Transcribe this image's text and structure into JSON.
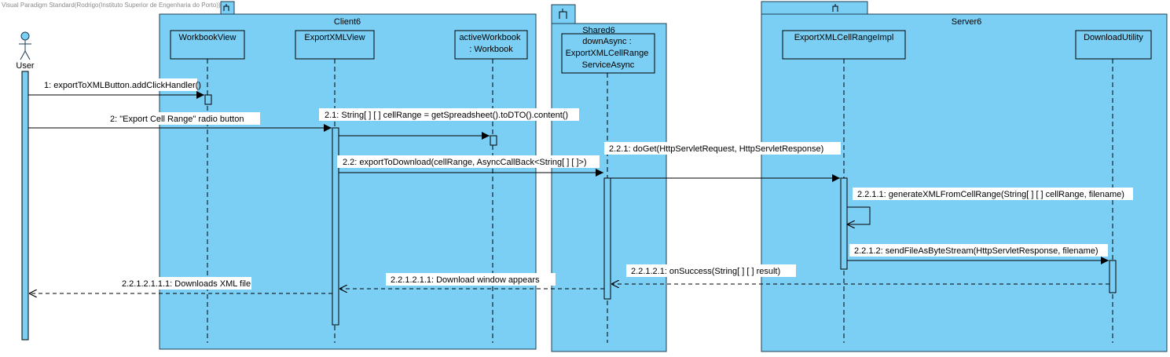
{
  "app": {
    "watermark": "Visual Paradigm Standard(Rodrigo(Instituto Superior de Engenharia do Porto))"
  },
  "colors": {
    "package_fill": "#7ccff4",
    "package_stroke": "#1f3f55",
    "head_fill": "#ffffff",
    "activation_fill": "#7ccff4",
    "line": "#000000"
  },
  "packages": [
    {
      "id": "client",
      "name": "Client6"
    },
    {
      "id": "shared",
      "name": "Shared6"
    },
    {
      "id": "server",
      "name": "Server6"
    }
  ],
  "actor": {
    "label": "User"
  },
  "lifelines": [
    {
      "id": "workbookview",
      "label": [
        "WorkbookView"
      ]
    },
    {
      "id": "exportxmlview",
      "label": [
        "ExportXMLView"
      ]
    },
    {
      "id": "activeworkbook",
      "label": [
        "activeWorkbook",
        ": Workbook"
      ]
    },
    {
      "id": "downasync",
      "label": [
        "downAsync :",
        "ExportXMLCellRange",
        "ServiceAsync"
      ]
    },
    {
      "id": "exportxmlcellrangeimpl",
      "label": [
        "ExportXMLCellRangeImpl"
      ]
    },
    {
      "id": "downloadutility",
      "label": [
        "DownloadUtility"
      ]
    }
  ],
  "messages": [
    {
      "id": "m1",
      "label": "1: exportToXMLButton.addClickHandler()",
      "kind": "call"
    },
    {
      "id": "m2",
      "label": "2: \"Export Cell Range\" radio button",
      "kind": "call"
    },
    {
      "id": "m21",
      "label": "2.1: String[ ] [ ] cellRange = getSpreadsheet().toDTO().content()",
      "kind": "call"
    },
    {
      "id": "m22",
      "label": "2.2: exportToDownload(cellRange, AsyncCallBack<String[ ] [ ]>)",
      "kind": "call"
    },
    {
      "id": "m221",
      "label": "2.2.1: doGet(HttpServletRequest, HttpServletResponse)",
      "kind": "call"
    },
    {
      "id": "m2211",
      "label": "2.2.1.1: generateXMLFromCellRange(String[ ] [ ] cellRange, filename)",
      "kind": "self"
    },
    {
      "id": "m2212",
      "label": "2.2.1.2: sendFileAsByteStream(HttpServletResponse, filename)",
      "kind": "call"
    },
    {
      "id": "m22121",
      "label": "2.2.1.2.1: onSuccess(String[ ] [ ] result)",
      "kind": "return"
    },
    {
      "id": "m221211",
      "label": "2.2.1.2.1.1: Download window appears",
      "kind": "return"
    },
    {
      "id": "m2212111",
      "label": "2.2.1.2.1.1.1: Downloads XML file",
      "kind": "return"
    }
  ]
}
